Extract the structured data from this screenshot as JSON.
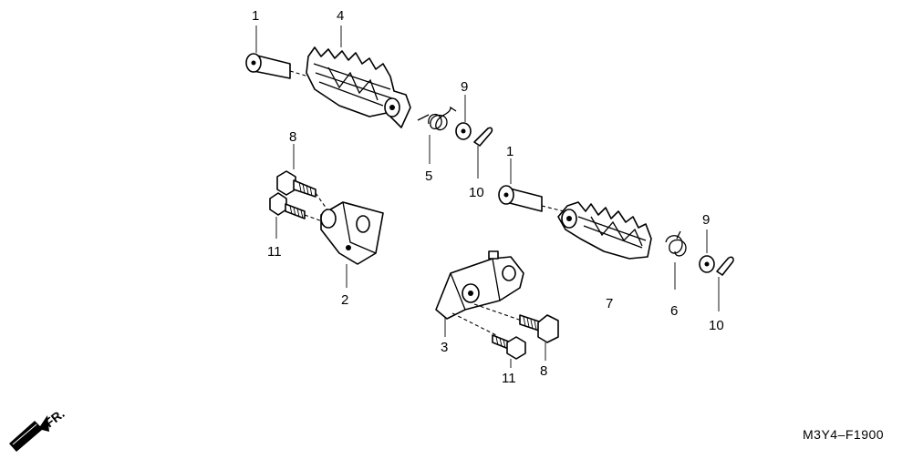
{
  "callouts": {
    "c1_top": "1",
    "c4": "4",
    "c9_top": "9",
    "c5": "5",
    "c10_top": "10",
    "c8_left": "8",
    "c11_left": "11",
    "c2": "2",
    "c1_mid": "1",
    "c9_right": "9",
    "c6": "6",
    "c10_right": "10",
    "c7": "7",
    "c3": "3",
    "c11_bottom": "11",
    "c8_bottom": "8"
  },
  "direction": {
    "text": "FR."
  },
  "diagram_code": "M3Y4–F1900"
}
